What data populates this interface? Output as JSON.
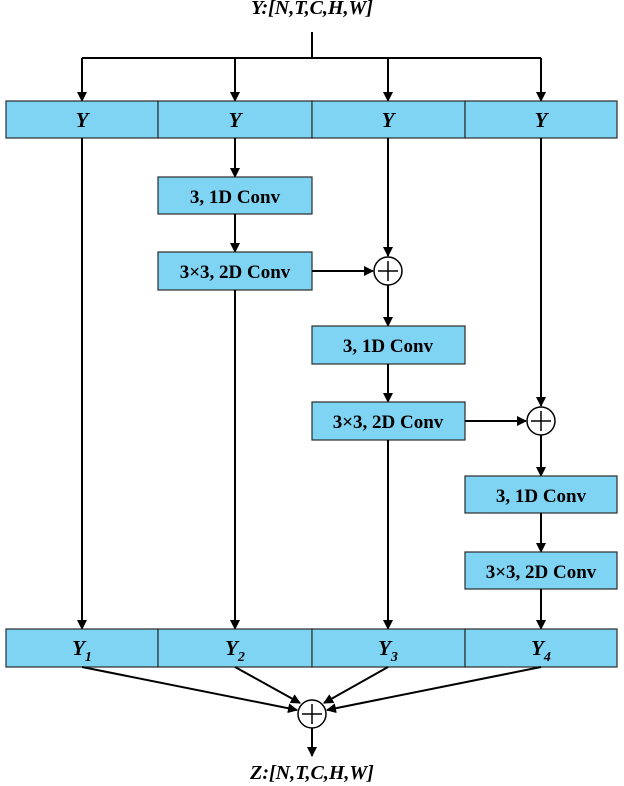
{
  "input_label": "Y:[N,T,C,H,W]",
  "output_label": "Z:[N,T,C,H,W]",
  "top_row": [
    "Y",
    "Y",
    "Y",
    "Y"
  ],
  "bottom_row": [
    {
      "base": "Y",
      "sub": "1"
    },
    {
      "base": "Y",
      "sub": "2"
    },
    {
      "base": "Y",
      "sub": "3"
    },
    {
      "base": "Y",
      "sub": "4"
    }
  ],
  "conv1d_label": "3, 1D Conv",
  "conv2d_label": "3×3, 2D Conv",
  "plus_symbol": "+",
  "colors": {
    "box_fill": "#7fd3f3",
    "line": "#000000"
  }
}
